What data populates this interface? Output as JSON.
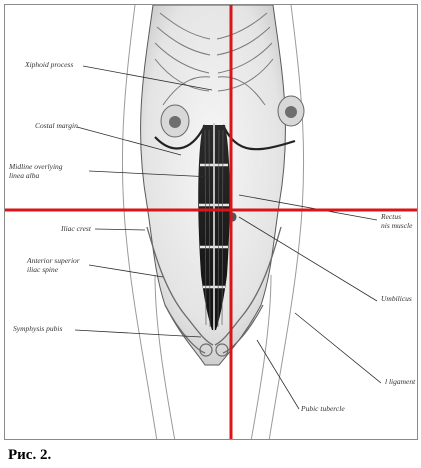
{
  "figure": {
    "labels": {
      "xiphoid_process": "Xiphoid process",
      "costal_margin": "Costal margin",
      "midline_linea_alba": "Midline overlying\nlinea alba",
      "iliac_crest": "Iliac crest",
      "anterior_superior_iliac_spine": "Anterior superior\niliac spine",
      "symphysis_pubis": "Symphysis pubis",
      "rectus_muscle": "Rectus\nnis muscle",
      "umbilicus": "Umbilicus",
      "ligament": "l ligament",
      "pubic_tubercle": "Pubic tubercle"
    },
    "colors": {
      "quadrant_lines": "#d9141b",
      "muscle": "#1c1c1c",
      "outline": "#4a4a4a"
    }
  },
  "caption": "Рис. 2."
}
